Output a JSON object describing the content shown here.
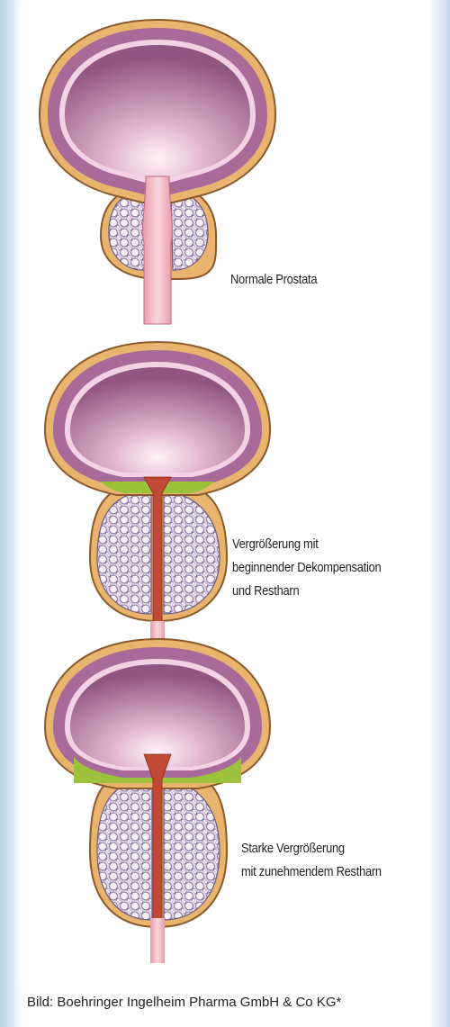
{
  "stages": [
    {
      "id": "normal",
      "label_lines": [
        "Normale Prostata"
      ],
      "residual_urine": false
    },
    {
      "id": "beginning",
      "label_lines": [
        "Vergrößerung mit",
        "beginnender Dekompensation",
        "und Restharn"
      ],
      "residual_urine": true
    },
    {
      "id": "strong",
      "label_lines": [
        "Starke Vergrößerung",
        "mit zunehmendem Restharn"
      ],
      "residual_urine": true
    }
  ],
  "caption": "Bild: Boehringer Ingelheim Pharma GmbH & Co KG*",
  "colors": {
    "bladder_outer": "#e8b46e",
    "bladder_wall": "#a86a98",
    "bladder_lining": "#f3d2e6",
    "bladder_lumen": "#9c5f8c",
    "urine": "#9bc23a",
    "urethra": "#f1b6c2",
    "prostate_lobe": "#efe9f3",
    "page_border": "#c9d8ea"
  }
}
